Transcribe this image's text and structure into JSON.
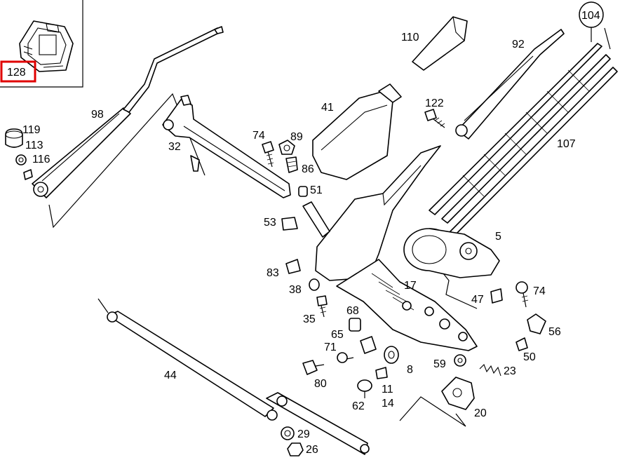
{
  "highlight_color": "#e00000",
  "inset": {
    "label": "128"
  },
  "callout": {
    "label": "104"
  },
  "labels": {
    "l98": "98",
    "l119": "119",
    "l113": "113",
    "l116": "116",
    "l32": "32",
    "l74a": "74",
    "l89": "89",
    "l86": "86",
    "l51": "51",
    "l53": "53",
    "l83": "83",
    "l38": "38",
    "l35": "35",
    "l41": "41",
    "l110": "110",
    "l92": "92",
    "l122": "122",
    "l107": "107",
    "l5": "5",
    "l17": "17",
    "l47": "47",
    "l74b": "74",
    "l56": "56",
    "l50": "50",
    "l68": "68",
    "l65": "65",
    "l71": "71",
    "l80": "80",
    "l62": "62",
    "l11": "11",
    "l14": "14",
    "l8": "8",
    "l59": "59",
    "l23": "23",
    "l20": "20",
    "l44": "44",
    "l29": "29",
    "l26": "26"
  }
}
